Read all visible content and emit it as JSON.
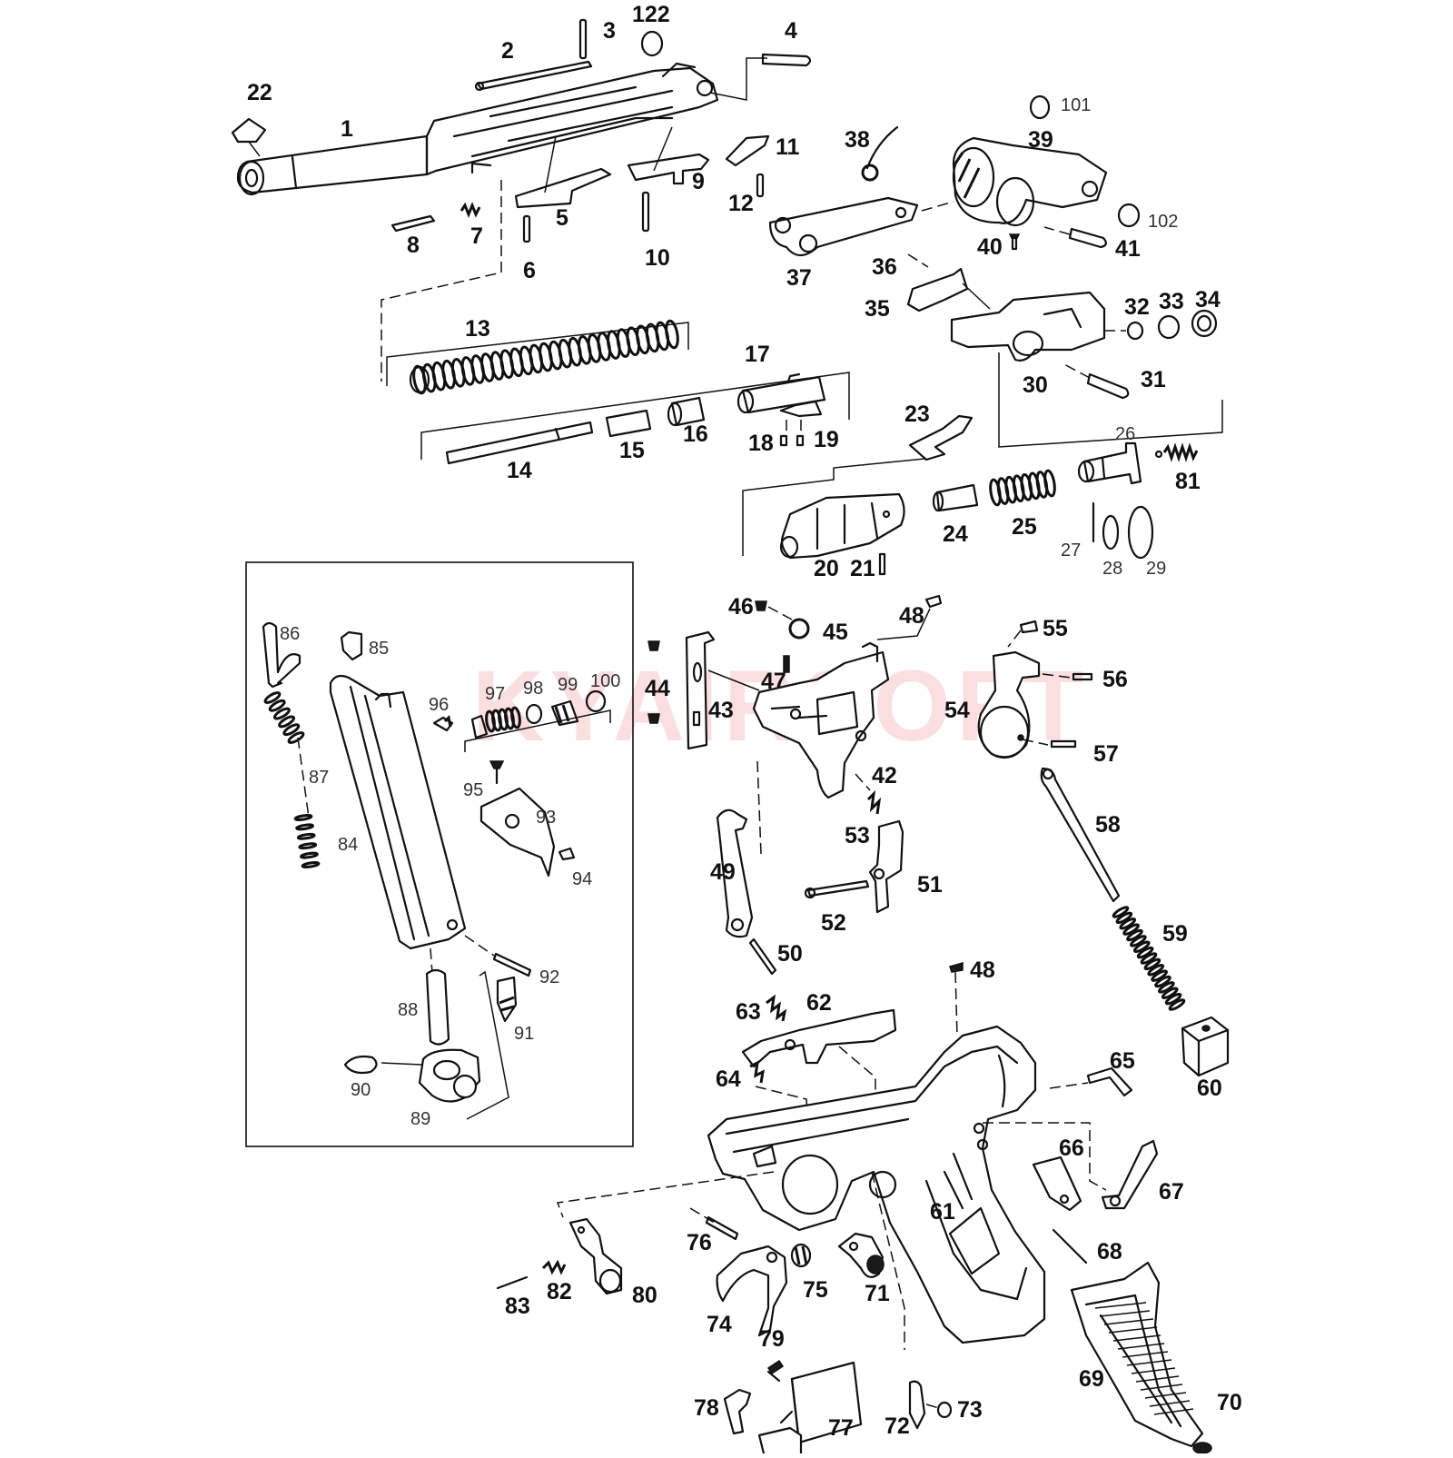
{
  "watermark": {
    "text": "KYAIRSOFT",
    "color": "#e53935"
  },
  "part_numbers": [
    "1",
    "2",
    "3",
    "122",
    "4",
    "22",
    "11",
    "12",
    "9",
    "10",
    "5",
    "6",
    "7",
    "8",
    "38",
    "101",
    "39",
    "102",
    "40",
    "41",
    "37",
    "36",
    "35",
    "32",
    "33",
    "34",
    "30",
    "31",
    "13",
    "17",
    "16",
    "14",
    "15",
    "18",
    "19",
    "23",
    "26",
    "81",
    "24",
    "25",
    "27",
    "28",
    "29",
    "20",
    "21",
    "86",
    "85",
    "96",
    "97",
    "98",
    "99",
    "100",
    "87",
    "84",
    "95",
    "93",
    "94",
    "92",
    "88",
    "91",
    "90",
    "89",
    "46",
    "45",
    "48",
    "44",
    "43",
    "47",
    "42",
    "53",
    "49",
    "51",
    "52",
    "50",
    "55",
    "56",
    "54",
    "57",
    "58",
    "59",
    "60",
    "63",
    "62",
    "64",
    "48",
    "65",
    "66",
    "67",
    "61",
    "68",
    "76",
    "75",
    "71",
    "80",
    "82",
    "83",
    "74",
    "79",
    "69",
    "70",
    "78",
    "77",
    "72",
    "73"
  ]
}
